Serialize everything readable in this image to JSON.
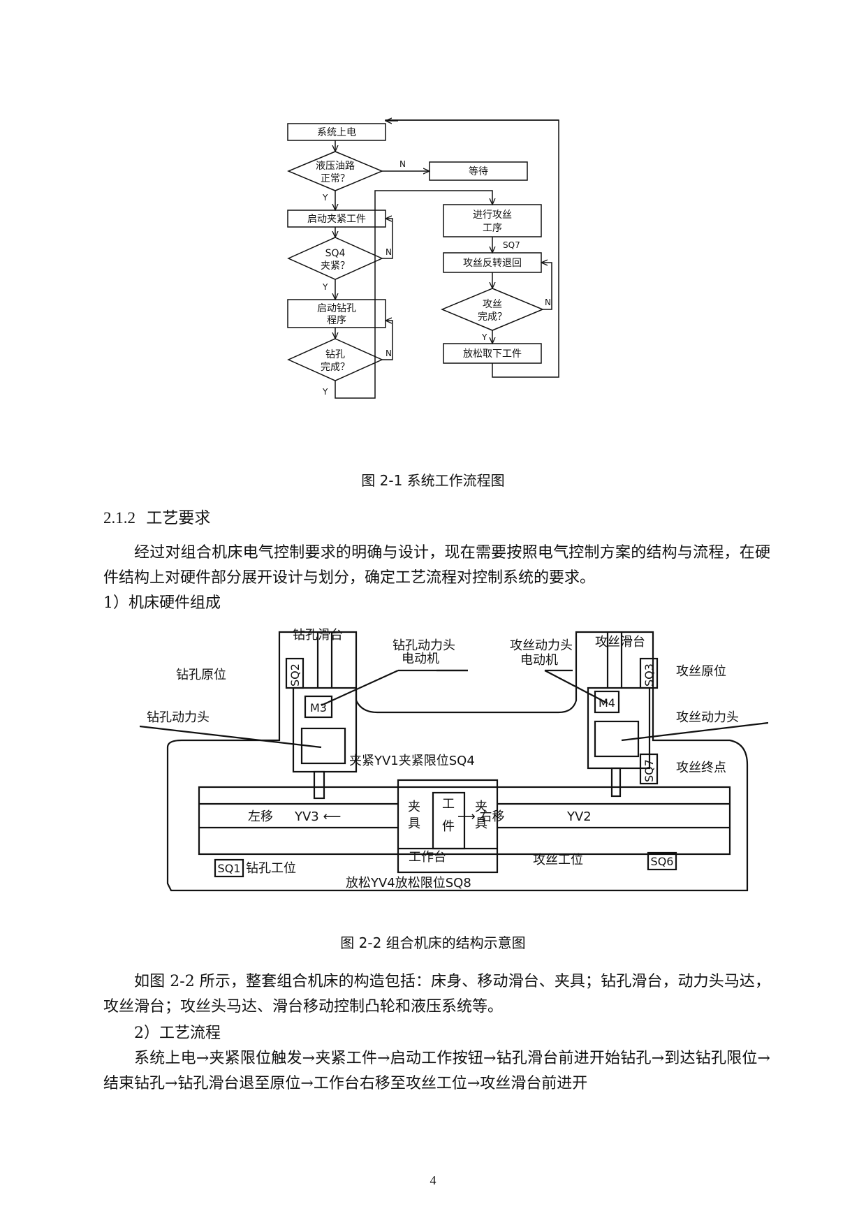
{
  "flowchart": {
    "power_on": "系统上电",
    "hydraulic_ok": [
      "液压油路",
      "正常？"
    ],
    "wait": "等待",
    "start_clamp": "启动夹紧工件",
    "sq4_clamped": [
      "SQ4",
      "夹紧？"
    ],
    "start_drill": [
      "启动钻孔",
      "程序"
    ],
    "drill_done": [
      "钻孔",
      "完成？"
    ],
    "tap_process": [
      "进行攻丝",
      "工序"
    ],
    "sq7": "SQ7",
    "tap_reverse": "攻丝反转退回",
    "tap_done": [
      "攻丝",
      "完成？"
    ],
    "release": "放松取下工件",
    "yes": "Y",
    "no": "N"
  },
  "fig1_caption": "图 2-1   系统工作流程图",
  "section_heading": {
    "number": "2.1.2",
    "title": "工艺要求"
  },
  "para1": "经过对组合机床电气控制要求的明确与设计，现在需要按照电气控制方案的结构与流程，在硬件结构上对硬件部分展开设计与划分，确定工艺流程对控制系统的要求。",
  "item1": "1）机床硬件组成",
  "machine": {
    "drill_slide": "钻孔滑台",
    "drill_motor": [
      "钻孔动力头",
      "电动机"
    ],
    "tap_motor": [
      "攻丝动力头",
      "电动机"
    ],
    "tap_slide": "攻丝滑台",
    "sq2": "SQ2",
    "sq3": "SQ3",
    "drill_home": "钻孔原位",
    "tap_home": "攻丝原位",
    "m3": "M3",
    "m4": "M4",
    "drill_head": "钻孔动力头",
    "tap_head": "攻丝动力头",
    "sq7": "SQ7",
    "tap_end": "攻丝终点",
    "clamp_label": "夹紧YV1夹紧限位SQ4",
    "left_move": "左移",
    "yv3": "YV3 ⟵",
    "right_move": "⟶ 右移",
    "yv2": "YV2",
    "fixture_left": [
      "夹",
      "具"
    ],
    "workpiece": [
      "工",
      "件"
    ],
    "fixture_right": [
      "夹",
      "具"
    ],
    "worktable": "工作台",
    "sq1": "SQ1",
    "drill_station": "钻孔工位",
    "release_label": "放松YV4放松限位SQ8",
    "tap_station": "攻丝工位",
    "sq6": "SQ6"
  },
  "fig2_caption": "图 2-2   组合机床的结构示意图",
  "para2": "如图 2-2 所示，整套组合机床的构造包括：床身、移动滑台、夹具；钻孔滑台，动力头马达，攻丝滑台；攻丝头马达、滑台移动控制凸轮和液压系统等。",
  "item2": "2）工艺流程",
  "para3": "系统上电→夹紧限位触发→夹紧工件→启动工作按钮→钻孔滑台前进开始钻孔→到达钻孔限位→结束钻孔→钻孔滑台退至原位→工作台右移至攻丝工位→攻丝滑台前进开",
  "page_number": "4"
}
